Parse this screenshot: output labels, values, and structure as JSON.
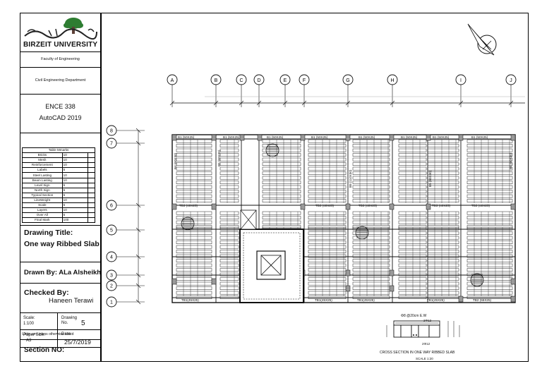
{
  "titleblock": {
    "logo_arabic": "جامعة بيرزيت",
    "university": "BIRZEIT UNIVERSITY",
    "faculty": "Faculty of Engineering",
    "department": "Civil Engineering Department",
    "course_code": "ENCE 338",
    "course_software": "AutoCAD 2019",
    "marks_table": {
      "header": "Table Mmarks",
      "rows": [
        {
          "item": "Bricks",
          "value": "10"
        },
        {
          "item": "Mesh",
          "value": "10"
        },
        {
          "item": "Reinforcement",
          "value": "10"
        },
        {
          "item": "Labels",
          "value": "5"
        },
        {
          "item": "Steel Lasting",
          "value": "10"
        },
        {
          "item": "Beam Lasting",
          "value": "10"
        },
        {
          "item": "Level Sign",
          "value": "5"
        },
        {
          "item": "North Sign",
          "value": "5"
        },
        {
          "item": "Typical Section",
          "value": "5"
        },
        {
          "item": "LineWeight",
          "value": "10"
        },
        {
          "item": "Scale",
          "value": "5"
        },
        {
          "item": "Layers",
          "value": "10"
        },
        {
          "item": "Over All",
          "value": "5"
        },
        {
          "item": "Final Mark",
          "value": "100"
        }
      ]
    },
    "drawing_title_label": "Drawing Title:",
    "drawing_title": "One way Ribbed Slab",
    "drawn_by": "Drawn By: ALa  Alsheikh",
    "checked_by_label": "Checked By:",
    "checked_by": "Haneen Terawi",
    "scale_label": "Scale:",
    "scale_value": "1:100",
    "drawing_no_label": "Drawing No.",
    "drawing_no_value": "5",
    "paper_size_label": "Paper  Size:",
    "paper_size_value": "A3",
    "date_label": "Date:",
    "date_value": "25/7/2019",
    "units": "Units: cm unless otherwise noted",
    "section_no": "Section NO:"
  },
  "plan": {
    "grid_cols": [
      "A",
      "B",
      "C",
      "D",
      "E",
      "F",
      "G",
      "H",
      "I",
      "J"
    ],
    "grid_rows": [
      "8",
      "7",
      "6",
      "5",
      "4",
      "3",
      "2",
      "1"
    ],
    "beam_labels_top": [
      "B1 (50X25)",
      "B1 (50X25)",
      "B1 (50X25)",
      "B1 (50X25)",
      "B1 (50X25)",
      "B1 (50X25)",
      "B1 (50X25)",
      "B1 (50X25)"
    ],
    "beam_labels_bottom": [
      "TB1(45X25)",
      "TB1(45X25)",
      "TB1(45X25)",
      "TB1(45X25)",
      "TB2 (55X25)"
    ],
    "beam_labels_mid": [
      "TB3 (40X25)",
      "TB3 (40X25)",
      "TB3 (40X25)",
      "TB3 (40X25)",
      "TB3 (40X25)"
    ],
    "beam_labels_vertical": [
      "B4 (60X30)",
      "B5 (60X30)",
      "B8 (110X30)",
      "B5 (60X30)",
      "B4 (60X30)"
    ]
  },
  "section": {
    "rebar_top": "Φ8 @20cm E.W",
    "bar1": "2Φ12",
    "bar2": "2Φ12",
    "title": "CROSS  SECTION IN ONE  WAY RIBBED SLAB",
    "scale": "SCALE 1:20"
  },
  "colors": {
    "line": "#111111",
    "hatch": "#555555",
    "column": "#9a9a9a"
  }
}
